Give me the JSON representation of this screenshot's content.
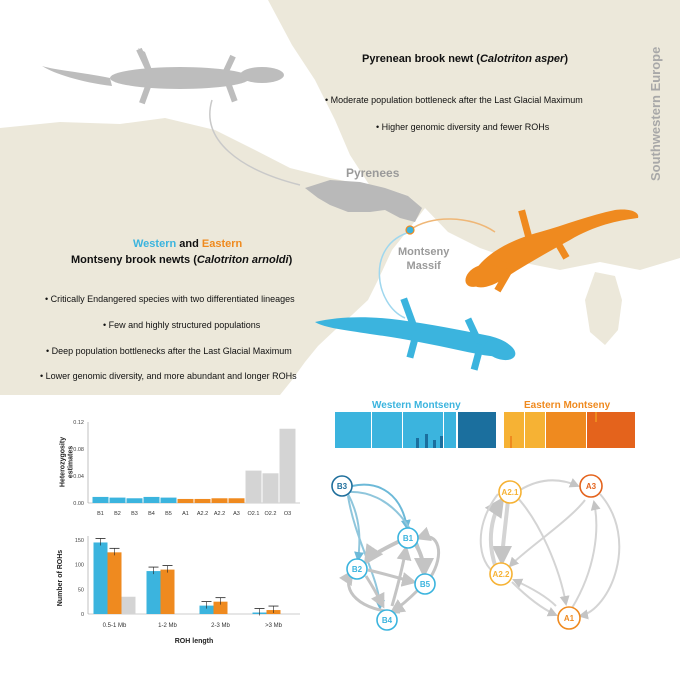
{
  "asper": {
    "title_pre": "Pyrenean brook newt (",
    "title_species": "Calotriton asper",
    "title_post": ")",
    "bullets": [
      "• Moderate population bottleneck after the Last Glacial Maximum",
      "• Higher genomic diversity and fewer ROHs"
    ]
  },
  "arnoldi": {
    "title_western": "Western",
    "title_and": " and ",
    "title_eastern": "Eastern",
    "title_line2_pre": "Montseny brook newts (",
    "title_line2_species": "Calotriton arnoldi",
    "title_line2_post": ")",
    "bullets": [
      "• Critically Endangered species with two differentiated lineages",
      "• Few and highly structured populations",
      "• Deep population bottlenecks after the Last Glacial Maximum",
      "• Lower genomic diversity, and more abundant and longer ROHs"
    ]
  },
  "map": {
    "pyrenees": "Pyrenees",
    "montseny_1": "Montseny",
    "montseny_2": "Massif",
    "region": "Southwestern Europe"
  },
  "colors": {
    "western": "#3bb4de",
    "eastern": "#ef8a1f",
    "asper": "#b9b9b9",
    "land": "#ece8da"
  },
  "icons": [
    "newt-silhouette",
    "newt-silhouette",
    "newt-silhouette"
  ],
  "structure": {
    "western_label": "Western Montseny",
    "eastern_label": "Eastern Montseny"
  },
  "networks": {
    "western_nodes": [
      "B3",
      "B1",
      "B2",
      "B5",
      "B4"
    ],
    "eastern_nodes": [
      "A2.1",
      "A3",
      "A2.2",
      "A1"
    ]
  },
  "chart_data": [
    {
      "type": "bar",
      "ylabel": "Heterozygosity estimates",
      "categories": [
        "B1",
        "B2",
        "B3",
        "B4",
        "B5",
        "A1",
        "A2.2",
        "A2.2",
        "A3",
        "O2.1",
        "O2.2",
        "O3"
      ],
      "values": [
        0.009,
        0.008,
        0.007,
        0.009,
        0.008,
        0.006,
        0.006,
        0.007,
        0.007,
        0.048,
        0.044,
        0.11
      ],
      "groups": [
        "western",
        "western",
        "western",
        "western",
        "western",
        "eastern",
        "eastern",
        "eastern",
        "eastern",
        "asper",
        "asper",
        "asper"
      ],
      "ylim": [
        0,
        0.12
      ],
      "yticks": [
        "0.00",
        "0.04",
        "0.08",
        "0.12"
      ]
    },
    {
      "type": "bar",
      "ylabel": "Number of ROHs",
      "xlabel": "ROH length",
      "categories": [
        "0.5-1 Mb",
        "1-2 Mb",
        "2-3 Mb",
        ">3 Mb"
      ],
      "series": [
        {
          "group": "western",
          "values": [
            145,
            87,
            17,
            3
          ]
        },
        {
          "group": "eastern",
          "values": [
            125,
            90,
            25,
            8
          ]
        },
        {
          "group": "asper",
          "values": [
            35,
            0,
            0,
            0
          ]
        }
      ],
      "ylim": [
        0,
        150
      ],
      "yticks": [
        "0",
        "50",
        "100",
        "150"
      ]
    }
  ]
}
